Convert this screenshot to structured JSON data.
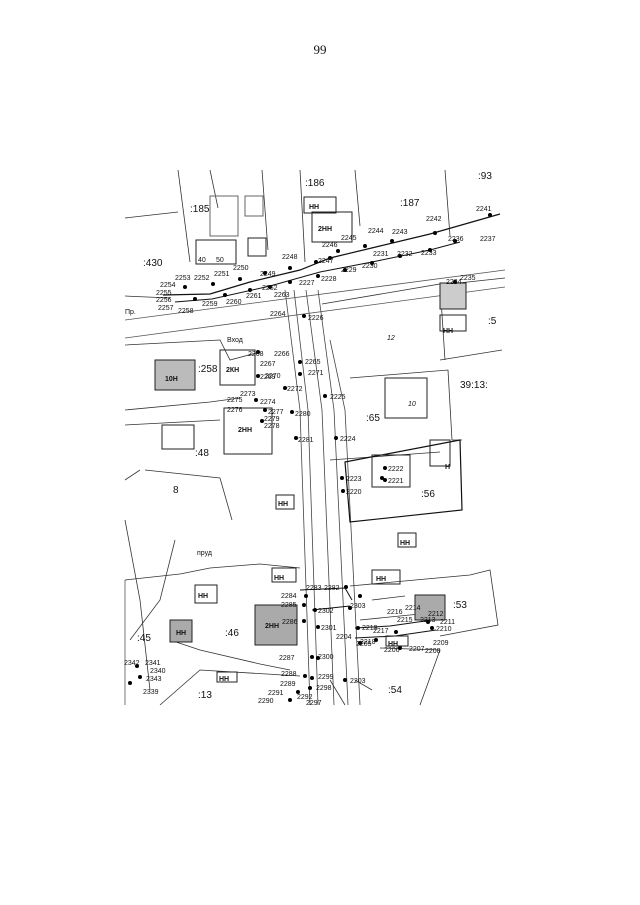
{
  "page": {
    "number": "99"
  },
  "map": {
    "parcels": [
      ":186",
      ":187",
      ":93",
      ":185",
      ":430",
      ":5",
      ":258",
      ":65",
      "39:13:",
      ":48",
      ":56",
      ":53",
      ":45",
      ":46",
      ":13",
      ":54",
      "8"
    ],
    "buildings": [
      "НН",
      "2НН",
      "10Н",
      "2КН",
      "2НН",
      "НН",
      "НН",
      "2НН",
      "НН",
      "НН",
      "НН",
      "НН",
      "НН",
      "НН",
      "НН",
      "Н",
      "40",
      "50"
    ],
    "labels": [
      "12",
      "10",
      "пруд",
      "Пр.",
      "Вход"
    ],
    "points": [
      "2241",
      "2242",
      "2243",
      "2244",
      "2245",
      "2246",
      "2247",
      "2248",
      "2237",
      "2236",
      "2233",
      "2232",
      "2231",
      "2230",
      "2229",
      "2228",
      "2227",
      "2235",
      "2234",
      "2253",
      "2252",
      "2251",
      "2250",
      "2249",
      "2254",
      "2255",
      "2256",
      "2257",
      "2258",
      "2259",
      "2260",
      "2261",
      "2262",
      "2263",
      "2264",
      "2226",
      "2268",
      "2266",
      "2267",
      "2265",
      "2269",
      "2270",
      "2272",
      "2271",
      "2273",
      "2274",
      "2275",
      "2276",
      "2277",
      "2278",
      "2279",
      "2280",
      "2225",
      "2281",
      "2224",
      "2222",
      "2221",
      "2223",
      "2220",
      "2283",
      "2282",
      "2284",
      "2285",
      "2302",
      "2303",
      "2219",
      "2286",
      "2301",
      "2218",
      "2217",
      "2216",
      "2215",
      "2214",
      "2213",
      "2212",
      "2211",
      "2210",
      "2204",
      "2205",
      "2206",
      "2207",
      "2208",
      "2209",
      "2287",
      "2300",
      "2288",
      "2299",
      "2298",
      "2289",
      "2291",
      "2290",
      "2292",
      "2297",
      "2203",
      "2342",
      "2341",
      "2340",
      "2343",
      "2339"
    ]
  }
}
